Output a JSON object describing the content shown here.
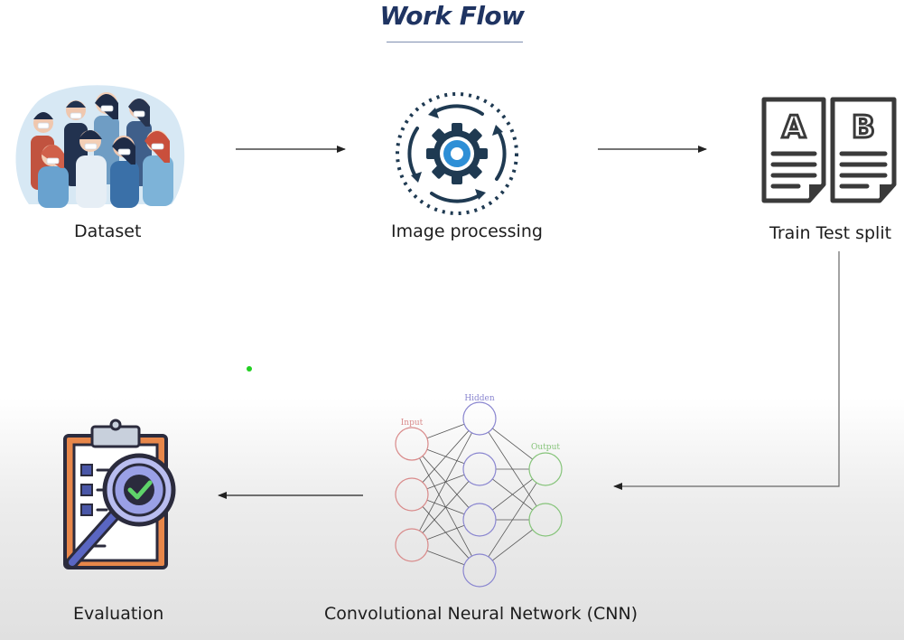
{
  "diagram": {
    "title": "Work Flow",
    "steps": [
      {
        "id": "dataset",
        "label": "Dataset"
      },
      {
        "id": "image-processing",
        "label": "Image processing"
      },
      {
        "id": "train-test-split",
        "label": "Train Test split"
      },
      {
        "id": "cnn",
        "label": "Convolutional Neural Network (CNN)"
      },
      {
        "id": "evaluation",
        "label": "Evaluation"
      }
    ],
    "flow": [
      "dataset",
      "image-processing",
      "train-test-split",
      "cnn",
      "evaluation"
    ],
    "icons": {
      "dataset": "people-with-masks-icon",
      "image-processing": "gear-cycle-icon",
      "train-test-split": "ab-documents-icon",
      "cnn": "neural-network-icon",
      "evaluation": "clipboard-magnifier-icon"
    },
    "split_docs": {
      "left_letter": "A",
      "right_letter": "B"
    },
    "network": {
      "input_label": "Input",
      "hidden_label": "Hidden",
      "output_label": "Output",
      "layer_sizes": [
        3,
        4,
        2
      ]
    },
    "colors": {
      "title": "#1f3462",
      "arrow": "#222222",
      "input_nodes": "#d98a8a",
      "hidden_nodes": "#8a86d0",
      "output_nodes": "#86c47a",
      "gear": "#1f3a52",
      "gear_accent": "#2e8fd6",
      "doc": "#3a3a3a"
    }
  }
}
